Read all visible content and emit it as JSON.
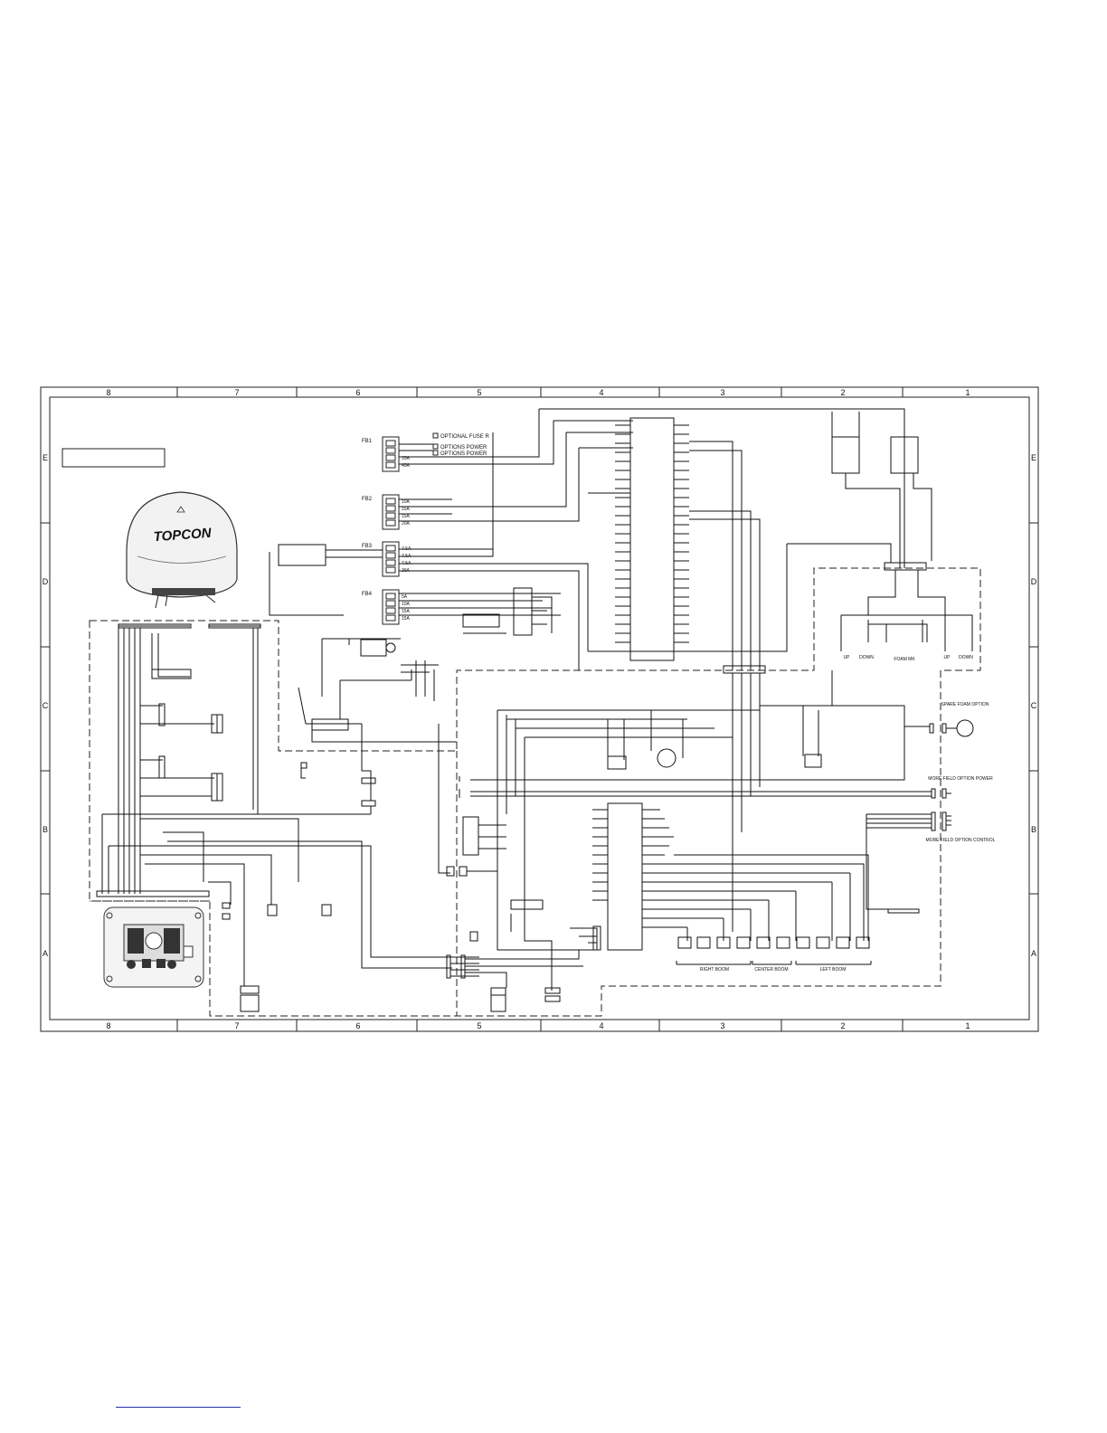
{
  "frame": {
    "columns": [
      "8",
      "7",
      "6",
      "5",
      "4",
      "3",
      "2",
      "1"
    ],
    "rows": [
      "E",
      "D",
      "C",
      "B",
      "A"
    ]
  },
  "logo": {
    "brand": "TOPCON"
  },
  "fuse_blocks": [
    {
      "id": "F1",
      "label": "FB1",
      "ratings": [
        "",
        "",
        "10A",
        "40A"
      ]
    },
    {
      "id": "F2",
      "label": "FB2",
      "ratings": [
        "10A",
        "15A",
        "15A",
        "20A"
      ]
    },
    {
      "id": "F3",
      "label": "FB3",
      "ratings": [
        "7.5A",
        "7.5A",
        "7.5A",
        "30A"
      ]
    },
    {
      "id": "F4",
      "label": "FB4",
      "ratings": [
        "5A",
        "10A",
        "15A",
        "15A"
      ]
    }
  ],
  "callouts": {
    "optional_fuse": "OPTIONAL FUSE R",
    "options_power_1": "OPTIONS POWER",
    "options_power_2": "OPTIONS POWER",
    "spare_foam_option": "SPARE FOAM OPTION",
    "more_field_power": "MORE FIELD OPTION POWER",
    "more_field_control": "MORE FIELD OPTION CONTROL",
    "right_boom": "RIGHT BOOM",
    "center_boom": "CENTER BOOM",
    "left_boom": "LEFT BOOM",
    "up": "UP",
    "down": "DOWN",
    "foam_mk": "FOAM MK"
  },
  "colors": {
    "line": "#111111",
    "frame": "#222222",
    "bottom_rule": "#2233aa"
  }
}
